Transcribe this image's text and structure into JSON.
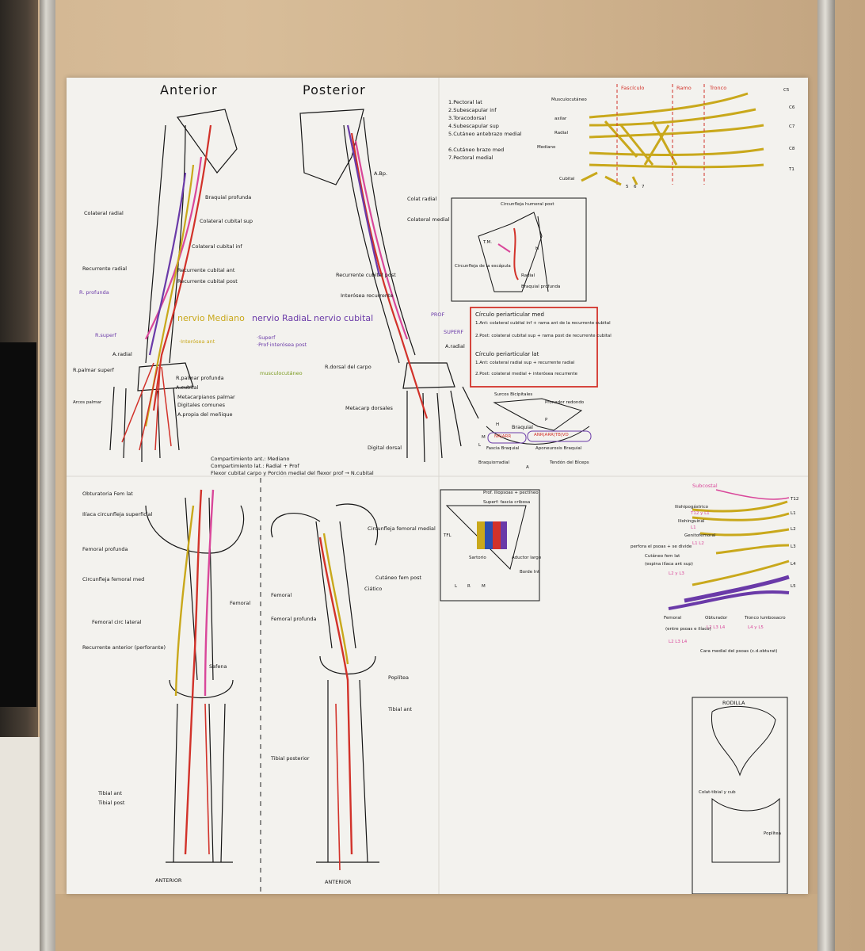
{
  "board": {
    "upper_limb": {
      "anterior_title": "Anterior",
      "posterior_title": "Posterior",
      "labels_anterior": [
        "Braquial profunda",
        "Colateral radial",
        "Colateral cubital sup",
        "Colateral cubital inf",
        "Recurrente radial",
        "Recurrente cubital ant",
        "Recurrente cubital post",
        "R. profunda",
        "R.superf",
        "A.radial",
        "R.palmar superf",
        "R.palmar profunda",
        "A.cubital",
        "Metacarpianos palmar",
        "Digitales comunes",
        "A.propia del meñique",
        "Arcos palmar"
      ],
      "labels_posterior": [
        "A.Bp.",
        "Colat radial",
        "Colateral medial",
        "Recurrente cubital post",
        "Interósea recurrente",
        "PROF",
        "SUPERF",
        "A.radial",
        "R.dorsal del carpo",
        "Metacarp dorsales",
        "Digital dorsal"
      ],
      "nerves": {
        "mediano": "nervio Mediano",
        "mediano_sub": "·Interósea ant",
        "radial": "nervio RadiaL",
        "radial_sub1": "·Superf",
        "radial_sub2": "·Prof·interósea post",
        "cubital": "nervio cubital",
        "musculo": "musculocutáneo"
      },
      "compartments": [
        "Compartimiento ant.: Mediano",
        "Compartimiento lat.: Radial + Prof",
        "Flexor cubital carpo y Porción medial del flexor prof → N.cubital"
      ]
    },
    "plexus": {
      "header_labels": [
        "Fascículo",
        "Ramo",
        "Tronco"
      ],
      "roots": [
        "C5",
        "C6",
        "C7",
        "C8",
        "T1"
      ],
      "branches": [
        "Musculocutáneo",
        "axilar",
        "Radial",
        "Mediano",
        "Cubital"
      ],
      "numbers": [
        "5",
        "6",
        "7"
      ],
      "list": [
        "1.Pectoral lat",
        "2.Subescapular inf",
        "3.Toracodorsal",
        "4.Subescapular sup",
        "5.Cutáneo antebrazo medial",
        "6.Cutáneo brazo med",
        "7.Pectoral medial"
      ]
    },
    "scapula_box": {
      "labels": [
        "Circunfleja humeral post",
        "Circunfleja de la escápula",
        "Radial",
        "Braquial profunda",
        "T.M.",
        "H"
      ]
    },
    "elbow_box": {
      "title1": "Círculo periarticular med",
      "items1": [
        "1.Ant: colateral cubital inf + rama ant de la recurrente cubital",
        "2.Post: colateral cubital sup + rama post de recurrente cubital"
      ],
      "title2": "Círculo periarticular lat",
      "items2": [
        "1.Ant: colateral radial sup + recurrente radial",
        "2.Post: colateral medial + interósea recurrente"
      ]
    },
    "fossa": {
      "labels": [
        "Surcos Bicipitales",
        "Pronador redondo",
        "P",
        "M",
        "H",
        "L",
        "Braquial",
        "Fascia Braquial",
        "Braquiorradial",
        "Aponeurosis Braquial",
        "Tendón del Bíceps",
        "A"
      ],
      "tags": [
        "NR|ARR",
        "ANR|ARR|TB|VD"
      ]
    },
    "lower_limb": {
      "anterior_title": "ANTERIOR",
      "posterior_title": "ANTERIOR",
      "labels_anterior": [
        "Obturatoria Fem lat",
        "Ilíaca circunfleja superficial",
        "Femoral profunda",
        "Circunfleja femoral med",
        "Femoral circ lateral",
        "Recurrente anterior (perforante)",
        "Femoral",
        "Safena",
        "Tibial ant",
        "Tibial post"
      ],
      "labels_posterior": [
        "Circunfleja femoral medial",
        "Cutáneo fem post",
        "Ciático",
        "Femoral",
        "Femoral profunda",
        "Poplítea",
        "Tibial ant",
        "Tibial posterior"
      ]
    },
    "triangle": {
      "labels": [
        "Prof. iliopsoas + pectíneo",
        "Superf: fascia cribosa",
        "Sartorio",
        "Aductor largo",
        "L",
        "R",
        "M",
        "TFL",
        "Borde Int"
      ]
    },
    "lumbar": {
      "title": "Subcostal",
      "roots": [
        "T12",
        "L1",
        "L2",
        "L3",
        "L4",
        "L5"
      ],
      "branches": [
        "Iliohipogástrico",
        "Iliohinguinal",
        "Genitofemoral",
        "Cutáneo fem lat",
        "Femoral",
        "Obturador",
        "Tronco lumbosacro"
      ],
      "segments": [
        "T12 y L1",
        "L1",
        "L1 L2",
        "L2 y L3",
        "L2 L3 L4",
        "L2 L3 L4",
        "L4 y L5"
      ],
      "notes": [
        "perfora el psoas + se divide",
        "(espina ilíaca ant sup)",
        "(entre psoas e ilíaco)",
        "Cara medial del psoas (c.d.obturat)"
      ]
    },
    "knee": {
      "title": "RODILLA",
      "labels": [
        "Colat-tibial y cub",
        "Poplítea"
      ]
    }
  },
  "colors": {
    "artery": "#d2322a",
    "nerve": "#c9a81b",
    "vein": "#6a3aa8",
    "pink": "#d9479a",
    "ink": "#151515",
    "board": "#f3f2ee"
  }
}
